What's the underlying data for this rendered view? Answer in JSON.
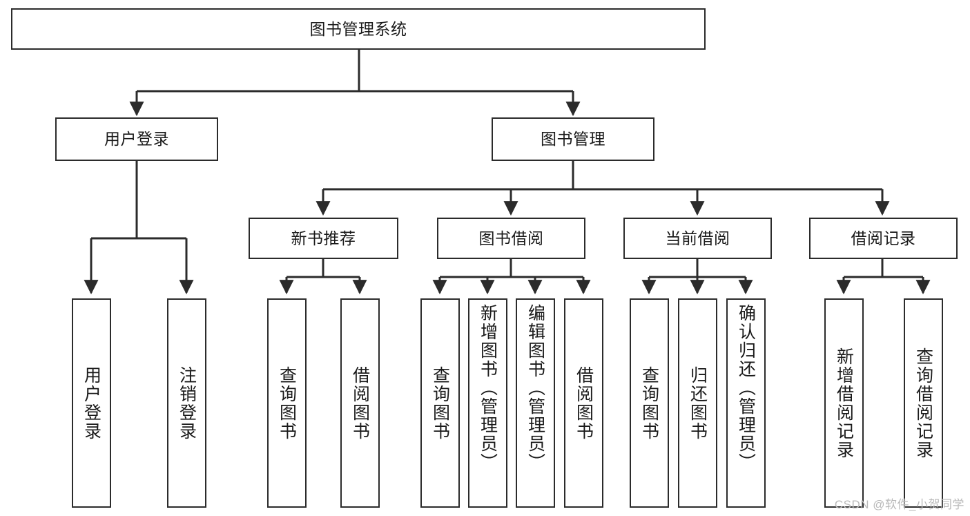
{
  "diagram": {
    "title": "图书管理系统",
    "type": "tree",
    "watermark": "CSDN @软件_小贺同学",
    "colors": {
      "box_border": "#2b2b2b",
      "box_fill": "#ffffff",
      "edge": "#2b2b2b",
      "text": "#1a1a1a",
      "watermark": "#b9b9b9",
      "background": "#ffffff"
    },
    "root": {
      "label": "图书管理系统"
    },
    "level2": [
      {
        "label": "用户登录"
      },
      {
        "label": "图书管理"
      }
    ],
    "level3": [
      {
        "label": "新书推荐"
      },
      {
        "label": "图书借阅"
      },
      {
        "label": "当前借阅"
      },
      {
        "label": "借阅记录"
      }
    ],
    "leaves": {
      "user_login": [
        {
          "label": "用户登录"
        },
        {
          "label": "注销登录"
        }
      ],
      "new_book_recommend": [
        {
          "label": "查询图书"
        },
        {
          "label": "借阅图书"
        }
      ],
      "book_borrow": [
        {
          "label": "查询图书"
        },
        {
          "label": "新增图书（管理员）"
        },
        {
          "label": "编辑图书（管理员）"
        },
        {
          "label": "借阅图书"
        }
      ],
      "current_borrow": [
        {
          "label": "查询图书"
        },
        {
          "label": "归还图书"
        },
        {
          "label": "确认归还（管理员）"
        }
      ],
      "borrow_record": [
        {
          "label": "新增借阅记录"
        },
        {
          "label": "查询借阅记录"
        }
      ]
    }
  }
}
